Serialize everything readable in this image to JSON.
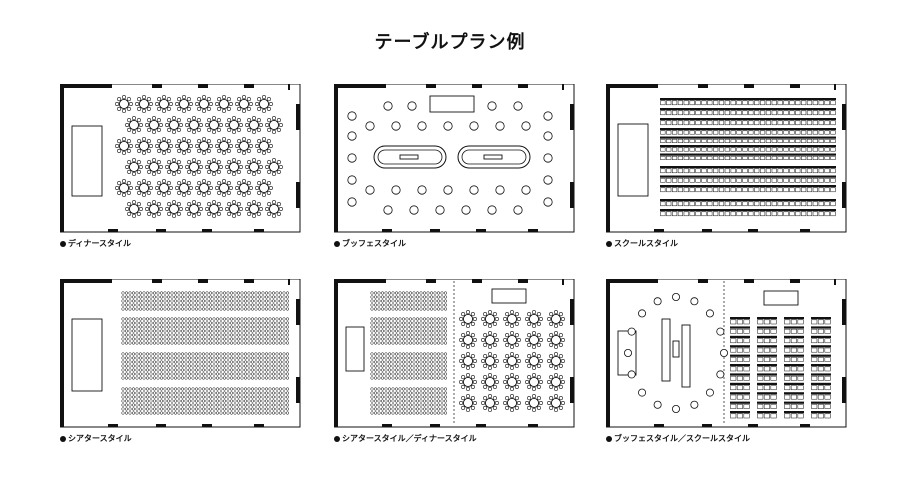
{
  "title": "テーブルプラン例",
  "layouts": [
    {
      "key": "dinner",
      "caption": "ディナースタイル"
    },
    {
      "key": "buffet",
      "caption": "ブッフェスタイル"
    },
    {
      "key": "school",
      "caption": "スクールスタイル"
    },
    {
      "key": "theater",
      "caption": "シアタースタイル"
    },
    {
      "key": "theater_dinner",
      "caption": "シアタースタイル／ディナースタイル"
    },
    {
      "key": "buffet_school",
      "caption": "ブッフェスタイル／スクールスタイル"
    }
  ]
}
